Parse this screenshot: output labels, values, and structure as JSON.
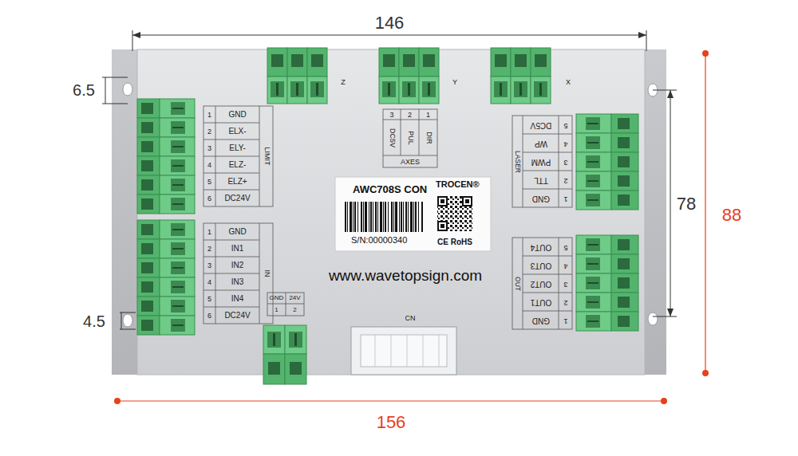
{
  "diagram": {
    "nodes": [
      {
        "text": [
          "AWC708S CON",
          "TROCEN®",
          "S/N:00000340",
          "CE RoHS"
        ]
      }
    ],
    "labels": [
      "146",
      "6.5",
      "4.5",
      "78",
      "88",
      "156",
      "Z",
      "Y",
      "X",
      "1",
      "GND",
      "2",
      "ELX-",
      "3",
      "ELY-",
      "4",
      "ELZ-",
      "5",
      "ELZ+",
      "6",
      "DC24V",
      "LIMIT",
      "1",
      "GND",
      "2",
      "IN1",
      "3",
      "IN2",
      "4",
      "IN3",
      "5",
      "IN4",
      "6",
      "DC24V",
      "IN",
      "3",
      "2",
      "1",
      "DC5V",
      "PUL",
      "DIR",
      "AXES",
      "LASER",
      "DC5V",
      "5",
      "WP",
      "4",
      "PWM",
      "3",
      "TTL",
      "2",
      "GND",
      "1",
      "OUT",
      "OUT4",
      "5",
      "OUT3",
      "4",
      "OUT2",
      "3",
      "OUT1",
      "2",
      "GND",
      "1",
      "GND",
      "24V",
      "1",
      "2",
      "CN",
      "www.wavetopsign.com"
    ]
  }
}
